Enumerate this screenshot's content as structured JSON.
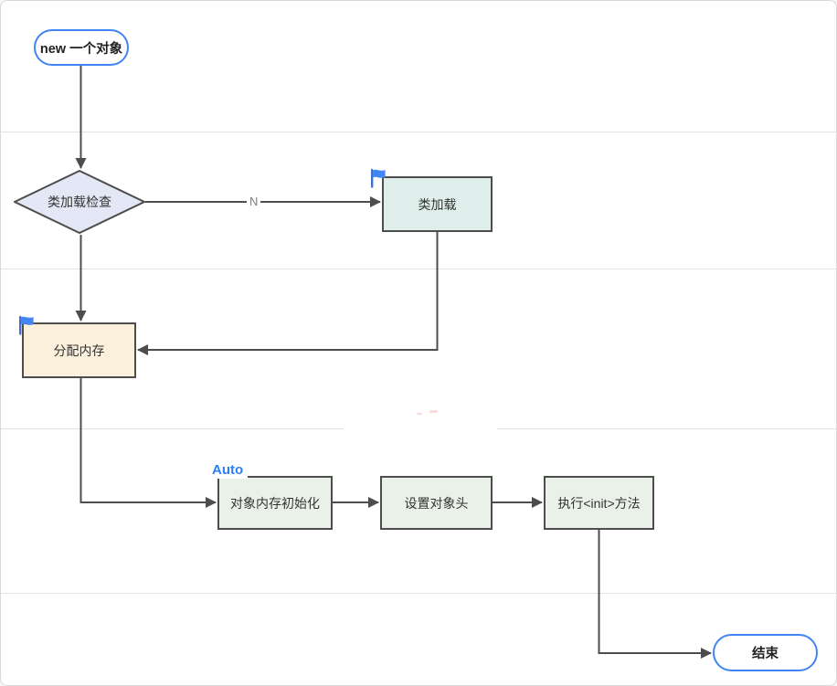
{
  "app": {
    "description": "flowchart-canvas"
  },
  "colors": {
    "connector": "#4d4d4d",
    "canvas_border": "#d9d9d9",
    "lane": "#e3e3e3",
    "terminal_border": "#4184f3",
    "decision_fill": "#e4e7f5",
    "class_load_fill": "#dfeeea",
    "alloc_fill": "#faf0dc",
    "process_fill": "#eaf1e8",
    "flag_blue": "#4285f4",
    "flag_pole": "#3f6fd1",
    "auto_blue": "#2e7ef7",
    "edge_label": "#808080"
  },
  "icons": {
    "flag": "blue-flag-icon"
  },
  "nodes": {
    "start": {
      "label": "new 一个对象",
      "type": "terminal"
    },
    "decision": {
      "label": "类加载检查",
      "type": "decision"
    },
    "class_load": {
      "label": "类加载",
      "type": "process",
      "flag": "blue-flag-icon"
    },
    "alloc": {
      "label": "分配内存",
      "type": "process",
      "flag": "blue-flag-icon"
    },
    "init_mem": {
      "label": "对象内存初始化",
      "type": "process",
      "badge": "Auto"
    },
    "set_header": {
      "label": "设置对象头",
      "type": "process"
    },
    "run_init": {
      "label": "执行<init>方法",
      "type": "process"
    },
    "end": {
      "label": "结束",
      "type": "terminal"
    }
  },
  "edges": {
    "no_label": "N"
  }
}
